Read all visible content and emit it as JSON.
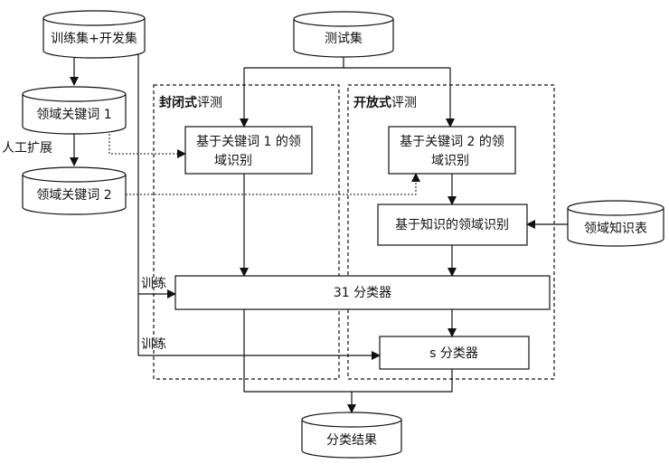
{
  "databases": {
    "train_dev": "训练集+开发集",
    "test": "测试集",
    "keywords1": "领域关键词 1",
    "keywords2": "领域关键词 2",
    "knowledge": "领域知识表",
    "result": "分类结果"
  },
  "regions": {
    "closed_bold": "封闭式",
    "closed_rest": "评测",
    "open_bold": "开放式",
    "open_rest": "评测"
  },
  "boxes": {
    "kw1_line1": "基于关键词 1 的领",
    "kw1_line2": "域识别",
    "kw2_line1": "基于关键词 2 的领",
    "kw2_line2": "域识别",
    "knowledge_box": "基于知识的领域识别",
    "classifier31": "31 分类器",
    "classifier_s": "s 分类器"
  },
  "labels": {
    "expand": "人工扩展",
    "train1": "训练",
    "train2": "训练"
  }
}
